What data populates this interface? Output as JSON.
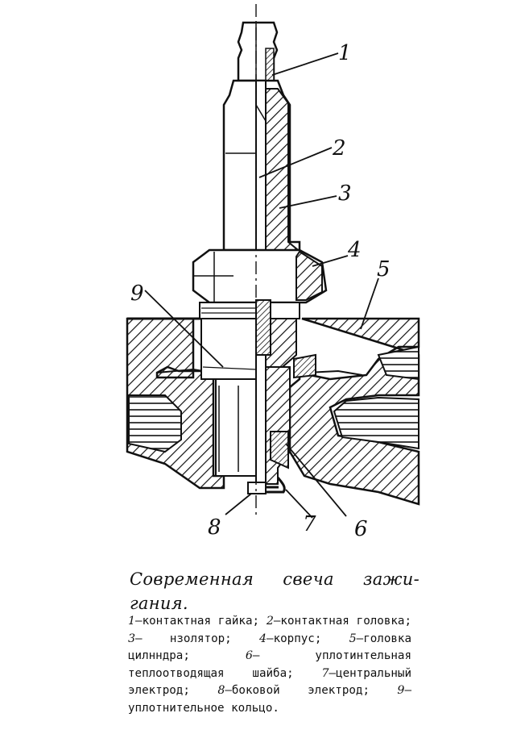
{
  "figure": {
    "labels": [
      {
        "id": "1",
        "text": "1"
      },
      {
        "id": "2",
        "text": "2"
      },
      {
        "id": "3",
        "text": "3"
      },
      {
        "id": "4",
        "text": "4"
      },
      {
        "id": "5",
        "text": "5"
      },
      {
        "id": "6",
        "text": "6"
      },
      {
        "id": "7",
        "text": "7"
      },
      {
        "id": "8",
        "text": "8"
      },
      {
        "id": "9",
        "text": "9"
      }
    ]
  },
  "caption": {
    "title": "Современная свеча зажи-гания.",
    "legend": [
      {
        "num": "1",
        "text": "—контактная гайка; "
      },
      {
        "num": "2",
        "text": "—контактная головка; "
      },
      {
        "num": "3",
        "text": "— нзолятор; "
      },
      {
        "num": "4",
        "text": "—корпус; "
      },
      {
        "num": "5",
        "text": "—головка цилнндра; "
      },
      {
        "num": "6",
        "text": "— уплотинтельная теплоотводящая шайба; "
      },
      {
        "num": "7",
        "text": "—центральный электрод; "
      },
      {
        "num": "8",
        "text": "—боковой электрод; "
      },
      {
        "num": "9",
        "text": "—уплотнительное кольцо."
      }
    ]
  }
}
